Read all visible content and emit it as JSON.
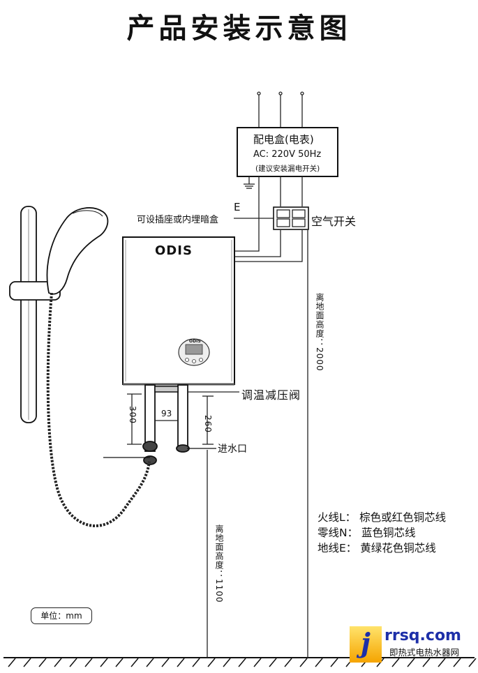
{
  "title": "产品安装示意图",
  "distribution_box": {
    "title": "配电盒(电表)",
    "spec": "AC: 220V    50Hz",
    "note": "(建议安装漏电开关)"
  },
  "ground_label": "E",
  "socket_label": "可设插座或内埋暗盒",
  "air_switch_label": "空气开关",
  "heater_brand": "ODIS",
  "display_brand": "ODIS",
  "valve_label": "调温减压阀",
  "inlet_label": "进水口",
  "dimensions": {
    "d300": "300",
    "d93": "93",
    "d260": "260",
    "height_2000": "离地面高度：2000",
    "height_1100": "离地面高度：1100"
  },
  "wiring_legend": [
    "火线L：  棕色或红色铜芯线",
    "零线N：  蓝色铜芯线",
    "地线E：  黄绿花色铜芯线"
  ],
  "unit_label": "单位：mm",
  "watermark": {
    "logo_letter": "j",
    "domain": "rrsq.com",
    "slogan": "即热式电热水器网"
  }
}
